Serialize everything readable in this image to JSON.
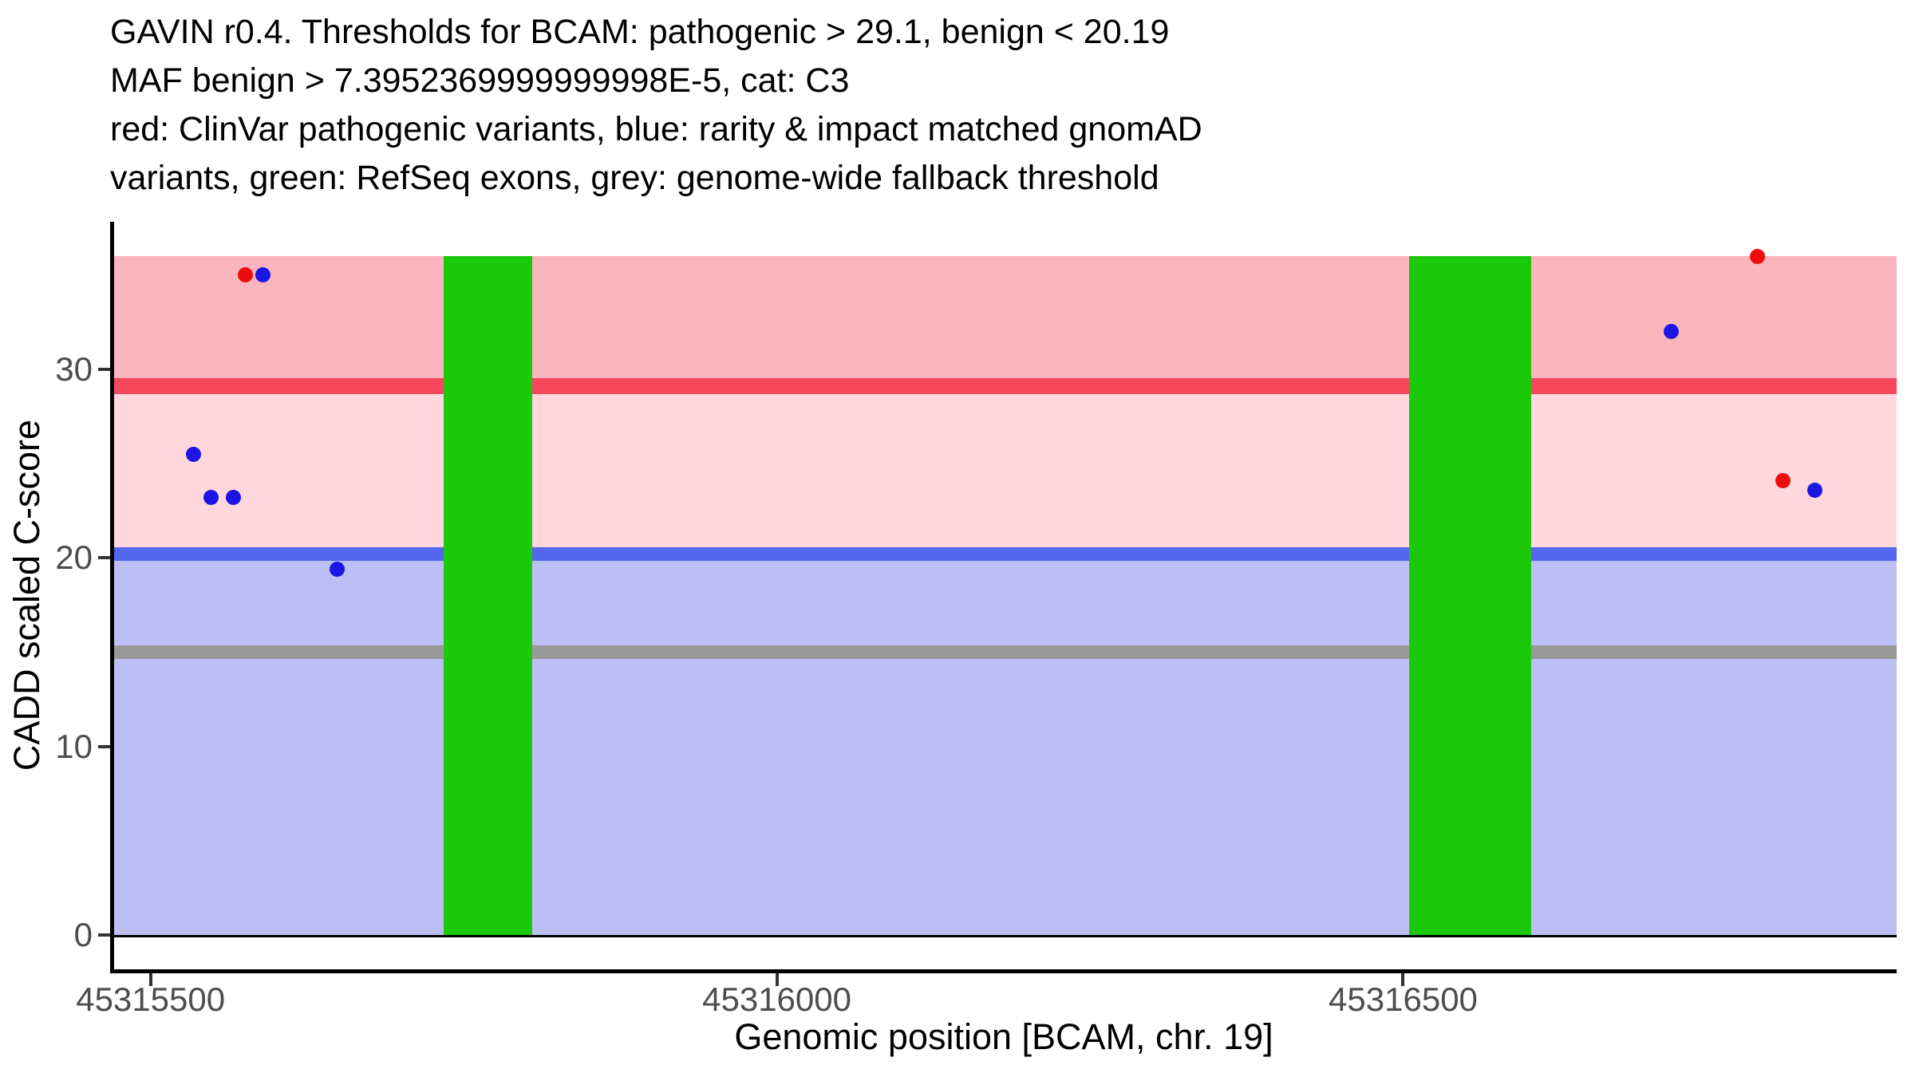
{
  "title": {
    "line1": "GAVIN r0.4. Thresholds for BCAM: pathogenic > 29.1, benign < 20.19",
    "line2": "MAF benign > 7.3952369999999998E-5, cat: C3",
    "line3": "red: ClinVar pathogenic variants, blue: rarity & impact matched gnomAD",
    "line4": "variants, green: RefSeq exons, grey: genome-wide fallback threshold"
  },
  "chart_data": {
    "type": "scatter",
    "xlabel": "Genomic position [BCAM, chr. 19]",
    "ylabel": "CADD scaled C-score",
    "gene": "BCAM",
    "chromosome": "19",
    "xlim": [
      45315469,
      45316894
    ],
    "ylim": [
      0,
      36
    ],
    "x_ticks": [
      45315500,
      45316000,
      45316500
    ],
    "y_ticks": [
      0,
      10,
      20,
      30
    ],
    "grid": false,
    "legend_position": "none",
    "regions": [
      {
        "name": "pathogenic-zone",
        "from": 29.1,
        "to": 36,
        "color": "#FBB5BC"
      },
      {
        "name": "vous-zone",
        "from": 20.19,
        "to": 29.1,
        "color": "#FFD7DD"
      },
      {
        "name": "benign-zone",
        "from": 0,
        "to": 20.19,
        "color": "#BBBFF4"
      }
    ],
    "thresholds": [
      {
        "name": "pathogenic-threshold",
        "value": 29.1,
        "color": "#F6485D",
        "thickness": 20
      },
      {
        "name": "benign-threshold",
        "value": 20.19,
        "color": "#5266EE",
        "thickness": 17
      },
      {
        "name": "genome-wide-fallback-threshold",
        "value": 15,
        "color": "#999999",
        "thickness": 17
      }
    ],
    "exons": [
      {
        "name": "refseq-exon-1",
        "start": 45315734,
        "end": 45315805
      },
      {
        "name": "refseq-exon-2",
        "start": 45316505,
        "end": 45316602
      }
    ],
    "exon_color": "#1CC80A",
    "series": [
      {
        "name": "ClinVar pathogenic variants",
        "color": "#EE0D0D",
        "points": [
          {
            "x": 45315576,
            "y": 35.0
          },
          {
            "x": 45316783,
            "y": 36.0
          },
          {
            "x": 45316803,
            "y": 24.1
          }
        ]
      },
      {
        "name": "rarity & impact matched gnomAD variants",
        "color": "#1B16E4",
        "points": [
          {
            "x": 45315534,
            "y": 25.5
          },
          {
            "x": 45315548,
            "y": 23.2
          },
          {
            "x": 45315566,
            "y": 23.2
          },
          {
            "x": 45315590,
            "y": 35.0
          },
          {
            "x": 45315649,
            "y": 19.4
          },
          {
            "x": 45316714,
            "y": 32.0
          },
          {
            "x": 45316829,
            "y": 23.6
          }
        ]
      }
    ]
  }
}
